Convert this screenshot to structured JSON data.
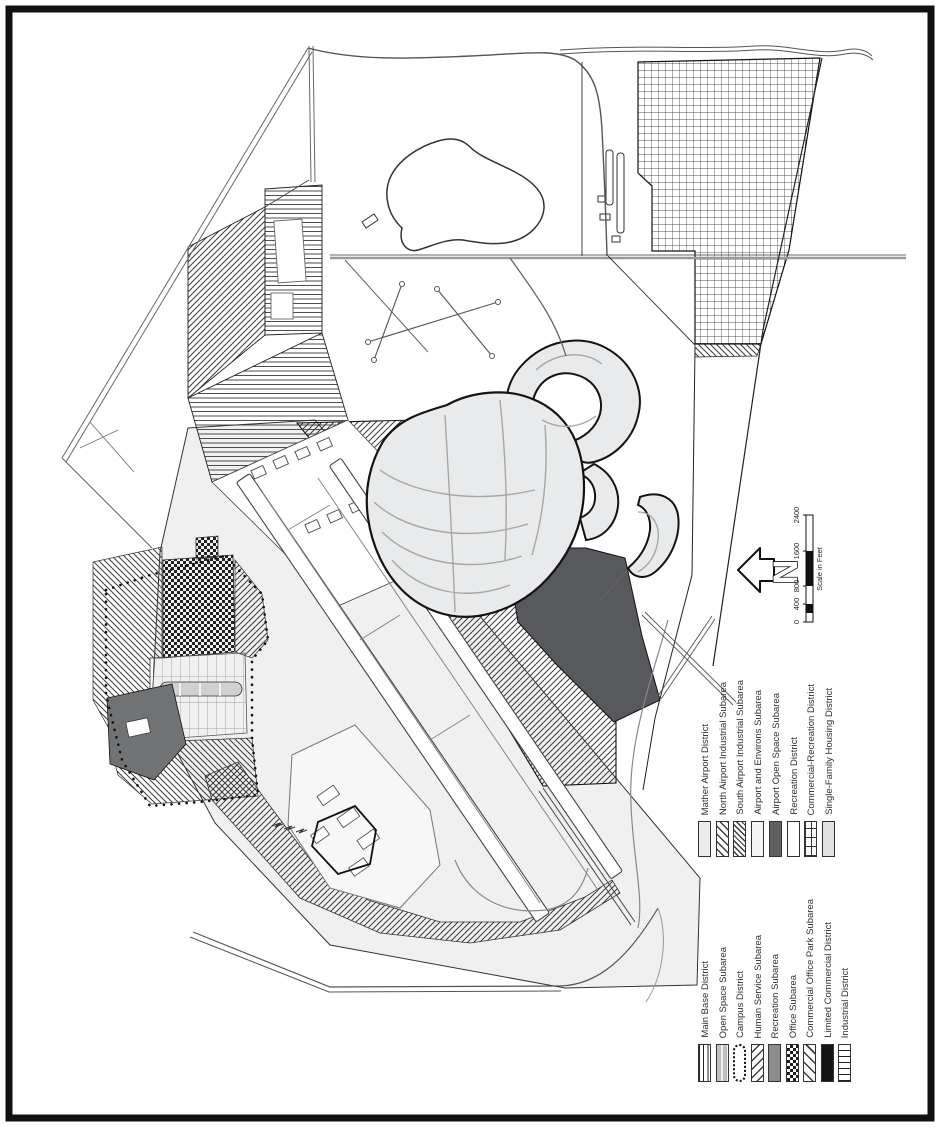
{
  "map": {
    "type": "zoning-district-map",
    "orientation": "rotated-90-ccw"
  },
  "legend_airport": {
    "items": [
      {
        "label": "Mather Airport District",
        "swatch": "light"
      },
      {
        "label": "North Airport Industrial Subarea",
        "swatch": "hatch-a"
      },
      {
        "label": "South Airport Industrial Subarea",
        "swatch": "hatch-a-dense"
      },
      {
        "label": "Airport and Environs Subarea",
        "swatch": "lighter"
      },
      {
        "label": "Airport Open Space Subarea",
        "swatch": "dark-gray"
      },
      {
        "label": "Recreation District",
        "swatch": "white"
      },
      {
        "label": "Commercial-Recreation District",
        "swatch": "plaid"
      },
      {
        "label": "Single-Family Housing District",
        "swatch": "light-gray"
      }
    ]
  },
  "legend_base": {
    "items": [
      {
        "label": "Main Base District",
        "swatch": "vstripe"
      },
      {
        "label": "Open Space Subarea",
        "swatch": "gray-stripe"
      },
      {
        "label": "Campus District",
        "swatch": "dotted"
      },
      {
        "label": "Human Service Subarea",
        "swatch": "hatch-b"
      },
      {
        "label": "Recreation Subarea",
        "swatch": "gray"
      },
      {
        "label": "Office Subarea",
        "swatch": "checker"
      },
      {
        "label": "Commercial Office Park Subarea",
        "swatch": "hatch-a-wide"
      },
      {
        "label": "Limited Commercial District",
        "swatch": "black"
      },
      {
        "label": "Industrial District",
        "swatch": "hstripe"
      }
    ]
  },
  "north_arrow": {
    "label": "N"
  },
  "scale_bar": {
    "title": "Scale in Feet",
    "ticks": [
      "0",
      "400",
      "800",
      "1600",
      "2400"
    ]
  },
  "colors": {
    "frame": "#111111",
    "airport_fill": "#f0f0f1",
    "residential_fill": "#e9eaeb",
    "open_space_dark": "#58595c",
    "recreation_gray": "#707274"
  }
}
